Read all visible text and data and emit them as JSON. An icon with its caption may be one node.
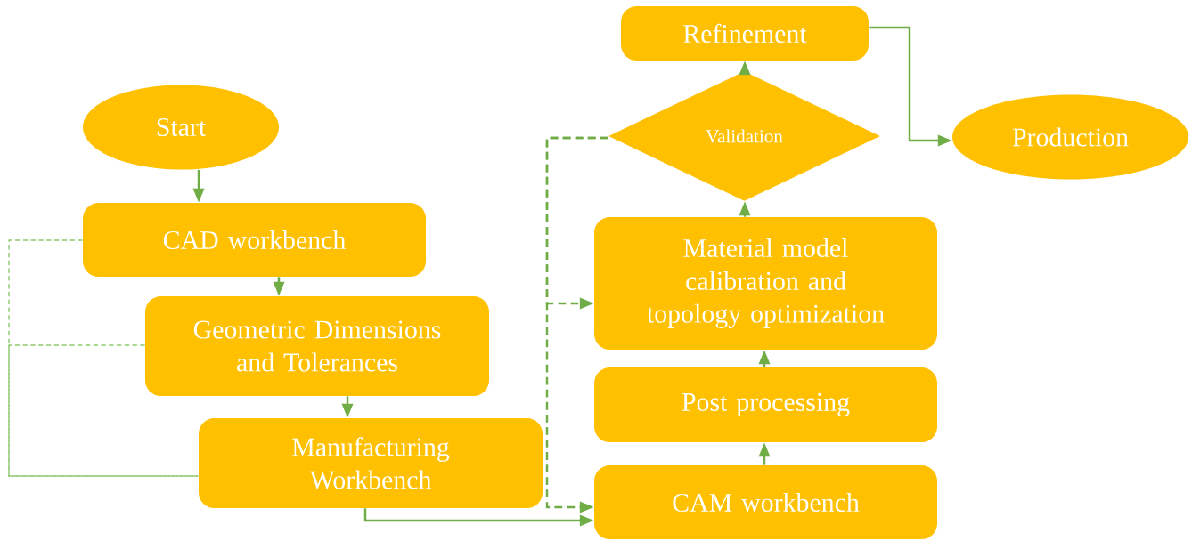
{
  "diagram": {
    "nodes": [
      {
        "text": [
          "Start"
        ]
      },
      {
        "text": [
          "CAD workbench"
        ]
      },
      {
        "text": [
          "Geometric Dimensions and Tolerances"
        ]
      },
      {
        "text": [
          "Manufacturing Workbench"
        ]
      },
      {
        "text": [
          "CAM workbench"
        ]
      },
      {
        "text": [
          "Post processing"
        ]
      },
      {
        "text": [
          "Material model calibration and topology optimization"
        ]
      },
      {
        "text": [
          "Validation"
        ]
      },
      {
        "text": [
          "Refinement"
        ]
      },
      {
        "text": [
          "Production"
        ]
      }
    ],
    "edges": [
      {
        "from": 0,
        "to": 1,
        "arrow": "to"
      },
      {
        "from": 1,
        "to": 2,
        "arrow": "to"
      },
      {
        "from": 2,
        "to": 3,
        "arrow": "to"
      },
      {
        "from": 3,
        "to": 4,
        "arrow": "to"
      },
      {
        "from": 4,
        "to": 5,
        "arrow": "to"
      },
      {
        "from": 5,
        "to": 6,
        "arrow": "to"
      },
      {
        "from": 6,
        "to": 7,
        "arrow": "to"
      },
      {
        "from": 7,
        "to": 8,
        "arrow": "to"
      },
      {
        "from": 8,
        "to": 9,
        "arrow": "to"
      },
      {
        "from": 7,
        "to": 6,
        "arrow": "to",
        "style": "dashed"
      },
      {
        "from": 7,
        "to": 4,
        "arrow": "to",
        "style": "dashed"
      },
      {
        "from": 1,
        "to": 3,
        "arrow": "none",
        "style": "dashed",
        "color": "#8fc96e"
      },
      {
        "from": 2,
        "to": 3,
        "arrow": "none",
        "style": "dashed",
        "color": "#8fc96e"
      }
    ]
  }
}
